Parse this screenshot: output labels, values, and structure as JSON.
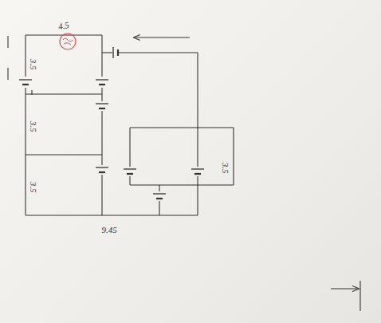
{
  "diagram": {
    "labels": [
      "4.5",
      "3.5",
      "3.5",
      "3.5",
      "3.5",
      "9.45"
    ]
  }
}
